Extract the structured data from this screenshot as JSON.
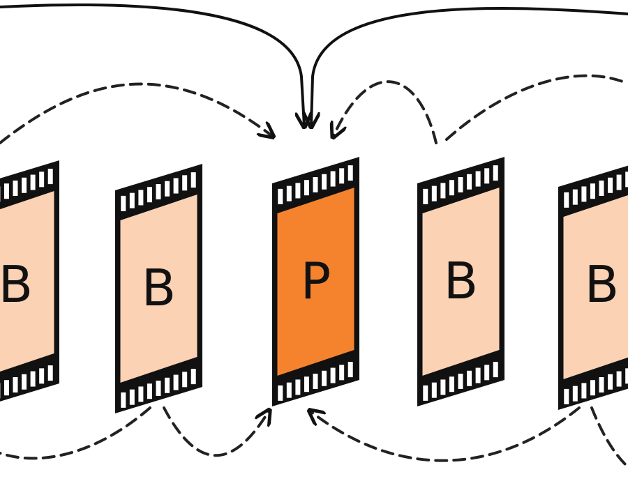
{
  "frames": [
    {
      "label": "B",
      "type": "B",
      "color": "#fcd2b4"
    },
    {
      "label": "B",
      "type": "B",
      "color": "#fcd2b4"
    },
    {
      "label": "P",
      "type": "P",
      "color": "#f5832e"
    },
    {
      "label": "B",
      "type": "B",
      "color": "#fcd2b4"
    },
    {
      "label": "B",
      "type": "B",
      "color": "#fcd2b4"
    }
  ],
  "colors": {
    "film_strip": "#111111",
    "b_frame": "#fcd2b4",
    "p_frame": "#f5832e",
    "arrow": "#111111"
  }
}
